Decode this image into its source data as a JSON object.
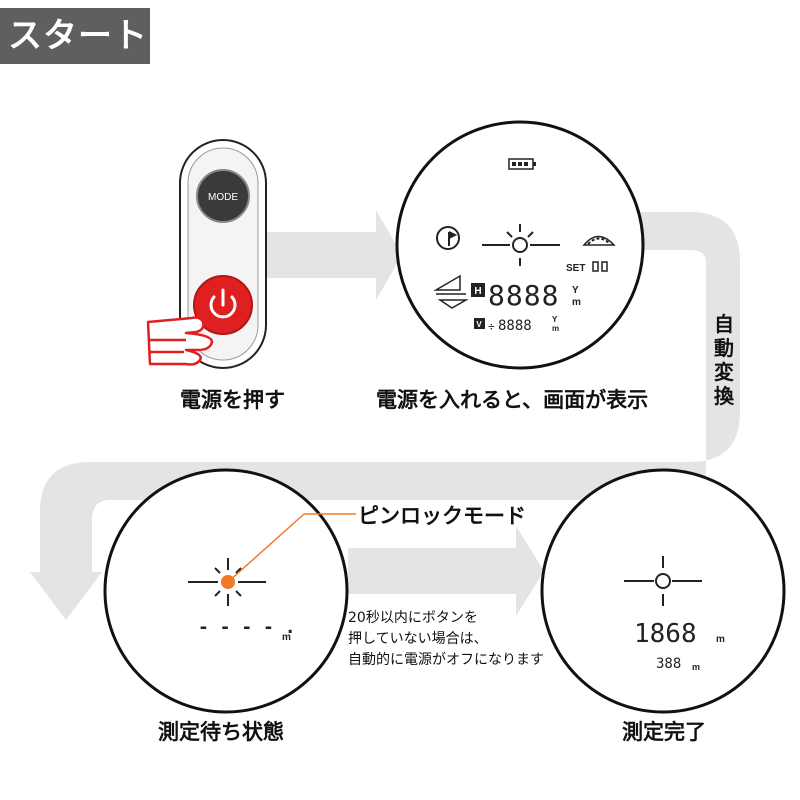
{
  "start_badge": "スタート",
  "captions": {
    "press_power": "電源を押す",
    "power_on_display": "電源を入れると、画面が表示",
    "auto_switch": "自動変換",
    "standby": "測定待ち状態",
    "done": "測定完了"
  },
  "callout": "ピンロックモード",
  "note_lines": [
    "20秒以内にボタンを",
    "押していない場合は、",
    "自動的に電源がオフになります"
  ],
  "device": {
    "mode_label": "MODE"
  },
  "display1": {
    "set_label": "SET",
    "main_digits": "8888",
    "sub_digits": "8888",
    "h_tag": "H",
    "v_tag": "V",
    "unit_y": "Y",
    "unit_m": "m"
  },
  "display2": {
    "dashes": "- - - - .",
    "unit": "m"
  },
  "display3": {
    "main_value": "1868",
    "sub_value": "388",
    "unit": "m"
  },
  "colors": {
    "accent_red": "#e02020",
    "orange": "#f07a28",
    "arrow_gray": "#e4e4e4",
    "badge_gray": "#5f5f5f"
  }
}
